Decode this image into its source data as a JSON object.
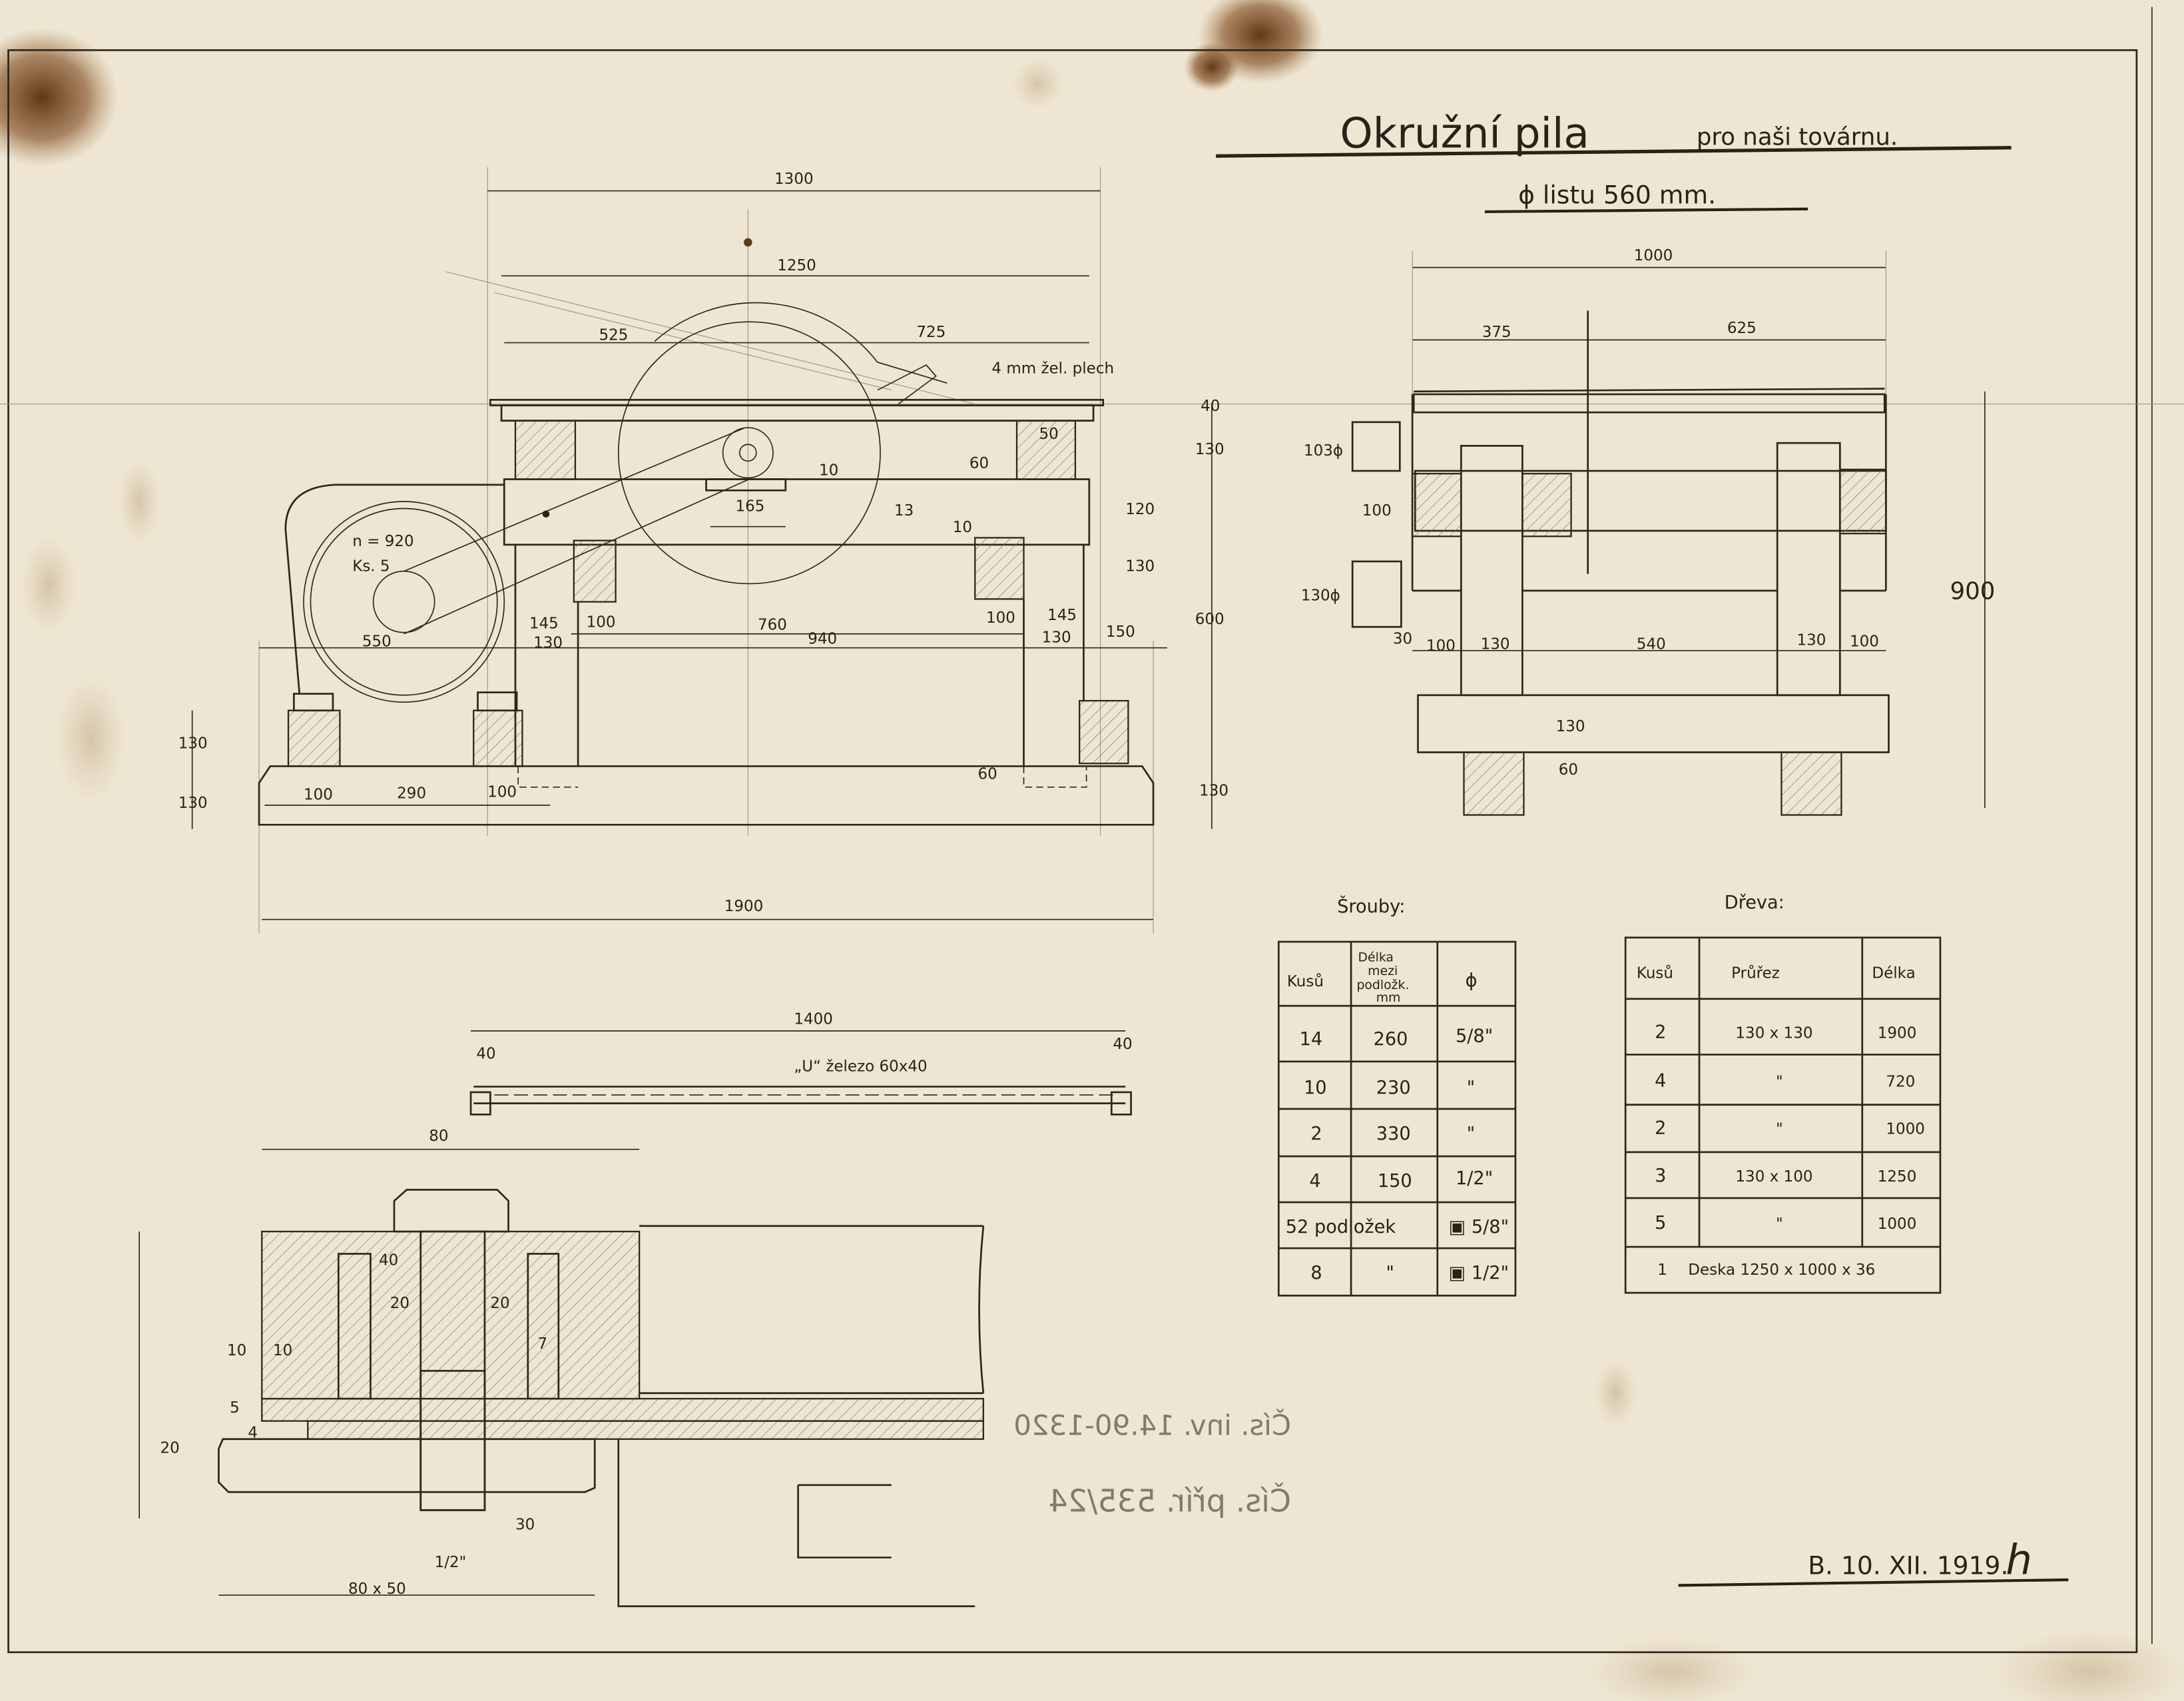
{
  "title": {
    "main": "Okružní pila",
    "sub": "pro naši továrnu.",
    "blade": "ϕ listu 560 mm."
  },
  "front_view": {
    "dims": [
      "1300",
      "1250",
      "525",
      "725",
      "4 mm žel. plech",
      "40",
      "130",
      "120",
      "130",
      "600",
      "150",
      "165",
      "13",
      "10",
      "10",
      "60",
      "50",
      "n = 920",
      "Ks. 5",
      "550",
      "145",
      "130",
      "100",
      "760",
      "940",
      "100",
      "145",
      "130",
      "130",
      "130",
      "100",
      "290",
      "100",
      "60",
      "130",
      "1900"
    ]
  },
  "side_view": {
    "dims": [
      "1000",
      "375",
      "625",
      "103ϕ",
      "100",
      "130ϕ",
      "30",
      "100",
      "130",
      "540",
      "130",
      "100",
      "900",
      "130",
      "60"
    ]
  },
  "channel": {
    "length": "1400",
    "label": "„U“ železo 60x40",
    "end_left": "40",
    "end_right": "40"
  },
  "detail": {
    "dims": [
      "80",
      "40",
      "20",
      "20",
      "7",
      "10",
      "10",
      "5",
      "4",
      "20",
      "30",
      "1/2\"",
      "80 x 50"
    ]
  },
  "bolts_table": {
    "title": "Šrouby:",
    "headers": [
      "Kusů",
      "Délka mezi podložk. mm",
      "ϕ"
    ],
    "header_lines": [
      "Délka",
      "mezi",
      "podložk.",
      "mm"
    ],
    "rows": [
      [
        "14",
        "260",
        "5/8\""
      ],
      [
        "10",
        "230",
        "\""
      ],
      [
        "2",
        "330",
        "\""
      ],
      [
        "4",
        "150",
        "1/2\""
      ],
      [
        "52 podložek",
        "",
        "▣ 5/8\""
      ],
      [
        "8",
        "\"",
        "▣ 1/2\""
      ]
    ]
  },
  "wood_table": {
    "title": "Dřeva:",
    "headers": [
      "Kusů",
      "Průřez",
      "Délka"
    ],
    "rows": [
      [
        "2",
        "130 x 130",
        "1900"
      ],
      [
        "4",
        "\"",
        "720"
      ],
      [
        "2",
        "\"",
        "1000"
      ],
      [
        "3",
        "130 x 100",
        "1250"
      ],
      [
        "5",
        "\"",
        "1000"
      ]
    ],
    "last_row": [
      "1",
      "Deska 1250 x 1000 x 36"
    ]
  },
  "stamp": {
    "line1": "Čís. inv. 14.90-1320",
    "line2": "Čís. přír. 535/24"
  },
  "signature": {
    "date": "B. 10. XII. 1919.",
    "initial": "h"
  },
  "colors": {
    "paper": "#eee6d2",
    "ink": "#2a2218",
    "stain": "#6b3a12"
  }
}
